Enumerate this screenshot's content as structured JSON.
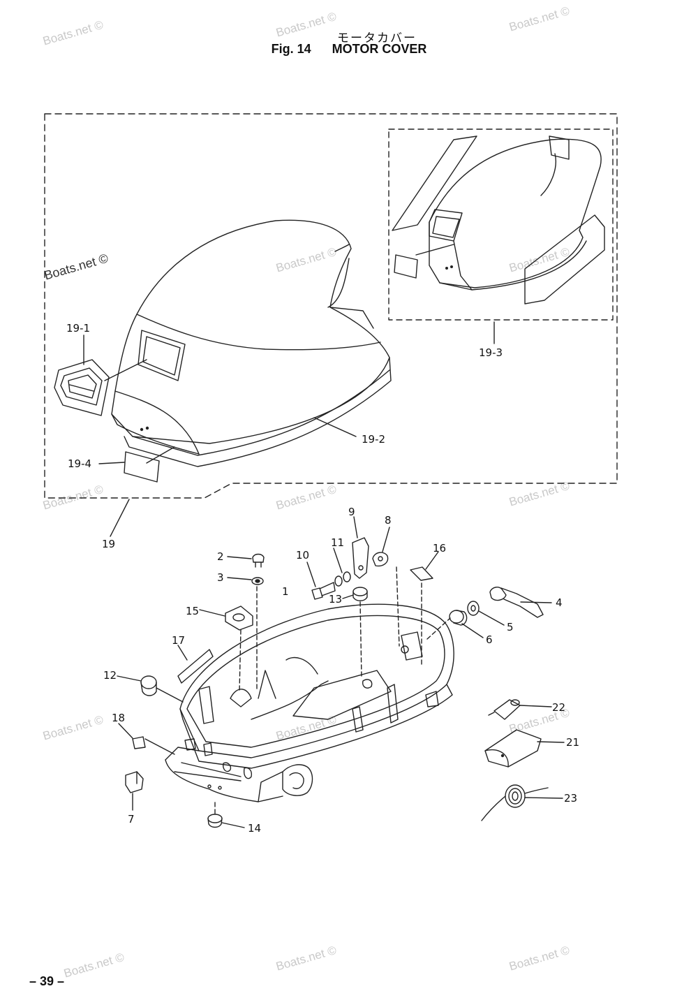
{
  "header": {
    "title_ja": "モータカバー",
    "fig_number": "Fig. 14",
    "fig_title": "MOTOR COVER"
  },
  "footer": {
    "page_number": "– 39 –"
  },
  "watermark": {
    "text": "Boats.net ©"
  },
  "diagram": {
    "callouts": [
      "1",
      "2",
      "3",
      "4",
      "5",
      "6",
      "7",
      "8",
      "9",
      "10",
      "11",
      "12",
      "13",
      "14",
      "15",
      "16",
      "17",
      "18",
      "19",
      "19-1",
      "19-2",
      "19-3",
      "19-4",
      "21",
      "22",
      "23"
    ]
  }
}
